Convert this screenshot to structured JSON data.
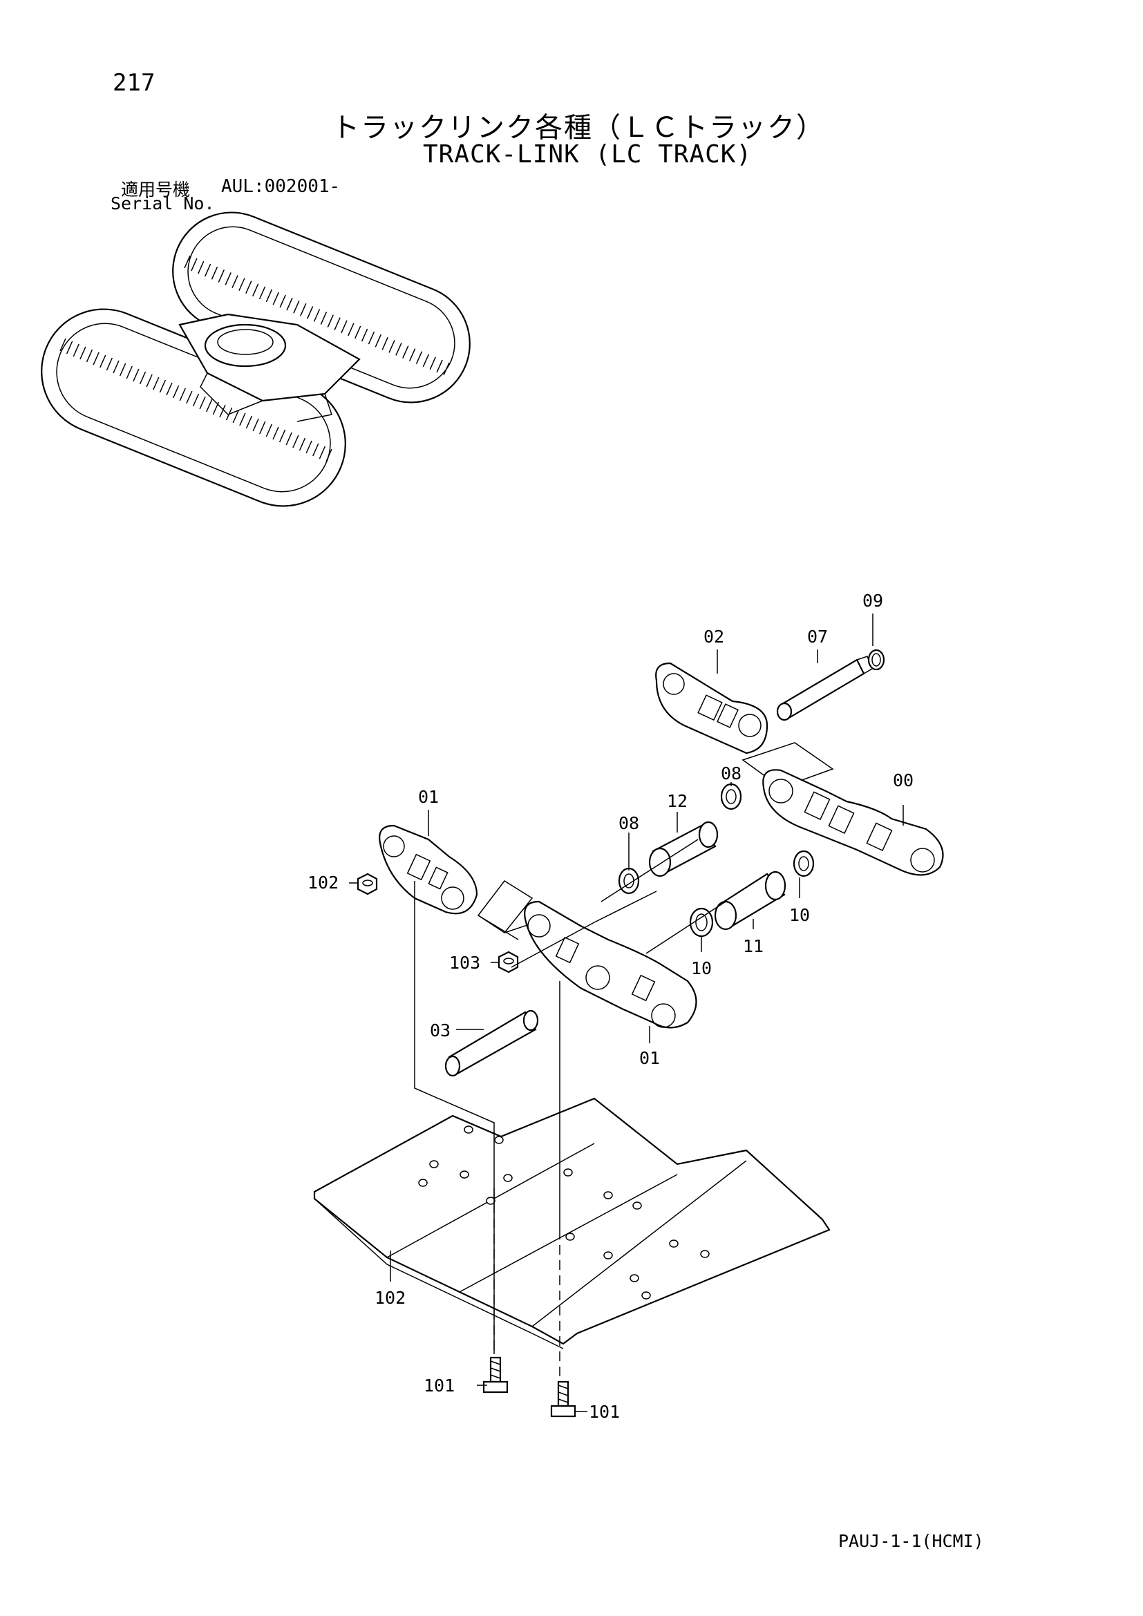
{
  "header": {
    "page_number": "217",
    "title_jp": "トラックリンク各種（ＬＣトラック）",
    "title_en": "TRACK-LINK (LC TRACK)",
    "serial_label_jp": "適用号機",
    "serial_code": "AUL:002001-",
    "serial_label_en": "Serial No."
  },
  "callouts": [
    "00",
    "01",
    "01",
    "02",
    "03",
    "07",
    "08",
    "08",
    "09",
    "10",
    "10",
    "11",
    "12",
    "101",
    "101",
    "102",
    "102",
    "103"
  ],
  "footer": {
    "code": "PAUJ-1-1(HCMI)"
  }
}
